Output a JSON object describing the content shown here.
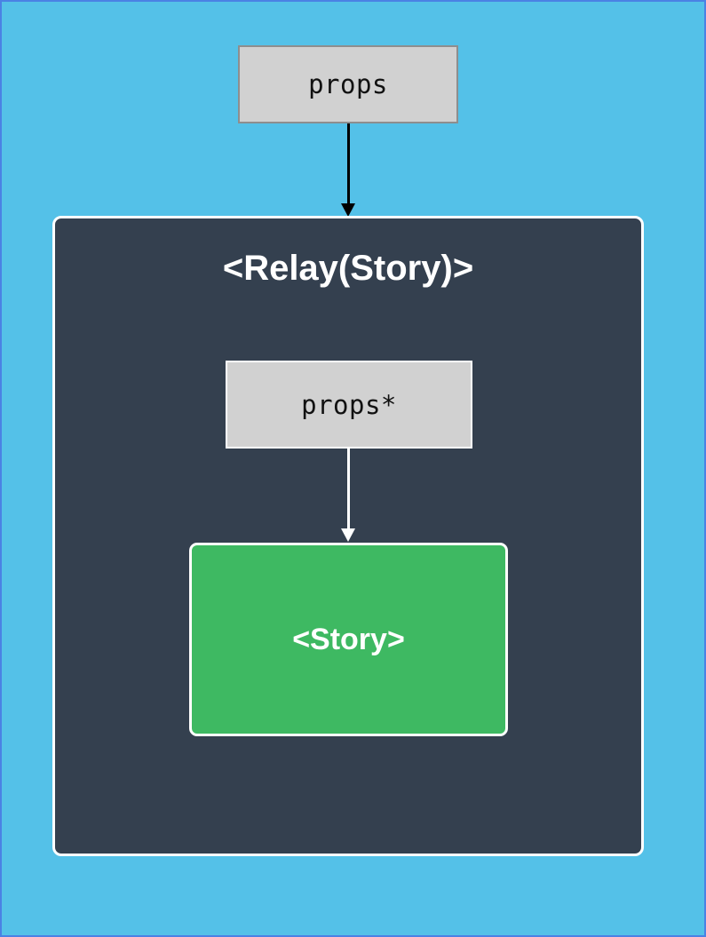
{
  "diagram": {
    "external_props_box": {
      "label": "props"
    },
    "relay_container": {
      "title": "<Relay(Story)>"
    },
    "internal_props_box": {
      "label": "props*"
    },
    "story_box": {
      "label": "<Story>"
    },
    "colors": {
      "canvas_blue": "#54c1e8",
      "frame_blue": "#4a82e4",
      "container_dark": "#34404f",
      "story_green": "#3eb962",
      "box_gray": "#d1d1d1",
      "box_gray_border": "#8e8e8e",
      "arrow_black": "#000000",
      "arrow_white": "#ffffff",
      "label_text_dark": "#111111",
      "title_text_white": "#ffffff"
    }
  }
}
